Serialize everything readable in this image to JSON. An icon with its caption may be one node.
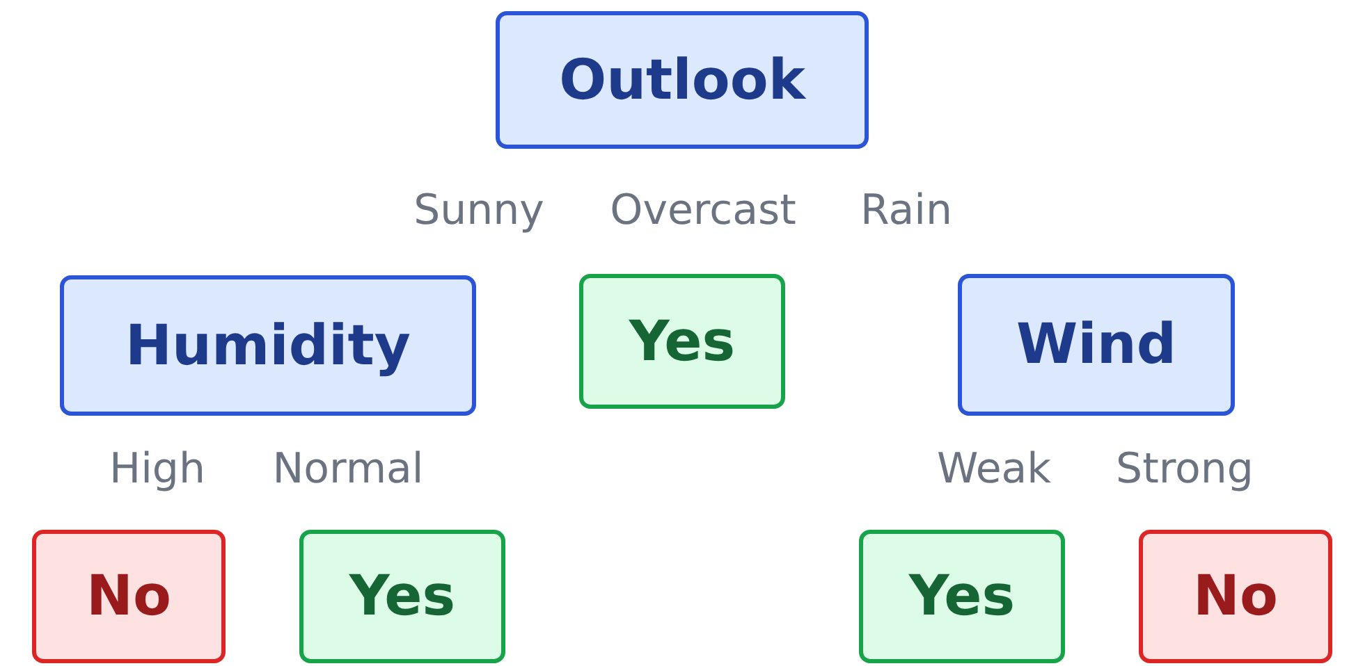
{
  "diagram": {
    "nodes": [
      {
        "text": [
          "Outlook"
        ]
      },
      {
        "text": [
          "Humidity"
        ]
      },
      {
        "text": [
          "Yes"
        ]
      },
      {
        "text": [
          "Wind"
        ]
      },
      {
        "text": [
          "No"
        ]
      },
      {
        "text": [
          "Yes"
        ]
      },
      {
        "text": [
          "Yes"
        ]
      },
      {
        "text": [
          "No"
        ]
      }
    ],
    "labels": [
      "Sunny",
      "Overcast",
      "Rain",
      "High",
      "Normal",
      "Weak",
      "Strong"
    ]
  }
}
